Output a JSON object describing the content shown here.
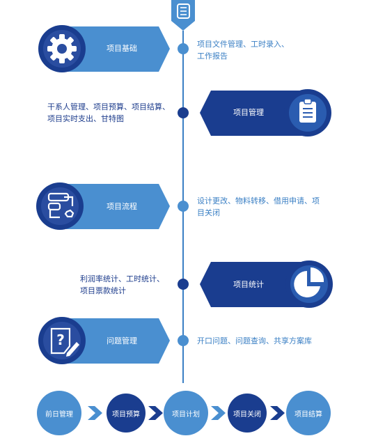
{
  "modules": [
    {
      "title": "项目基础",
      "desc": "项目文件管理、工时录入、工作报告",
      "icon": "gear-icon"
    },
    {
      "title": "项目管理",
      "desc": "干系人管理、项目预算、项目结算、项目实时支出、甘特图",
      "icon": "clipboard-icon"
    },
    {
      "title": "项目流程",
      "desc": "设计更改、物料转移、借用申请、项目关闭",
      "icon": "flow-icon"
    },
    {
      "title": "项目统计",
      "desc": "利润率统计、工时统计、项目票款统计",
      "icon": "pie-chart-icon"
    },
    {
      "title": "问题管理",
      "desc": "开口问题、问题查询、共享方案库",
      "icon": "question-doc-icon"
    }
  ],
  "flow": [
    "前日管理",
    "项目预算",
    "项目计划",
    "项目关闭",
    "项目结算"
  ],
  "colors": {
    "light": "#4a8fd0",
    "dark": "#1a3d8f",
    "line": "#3a7fc4"
  }
}
